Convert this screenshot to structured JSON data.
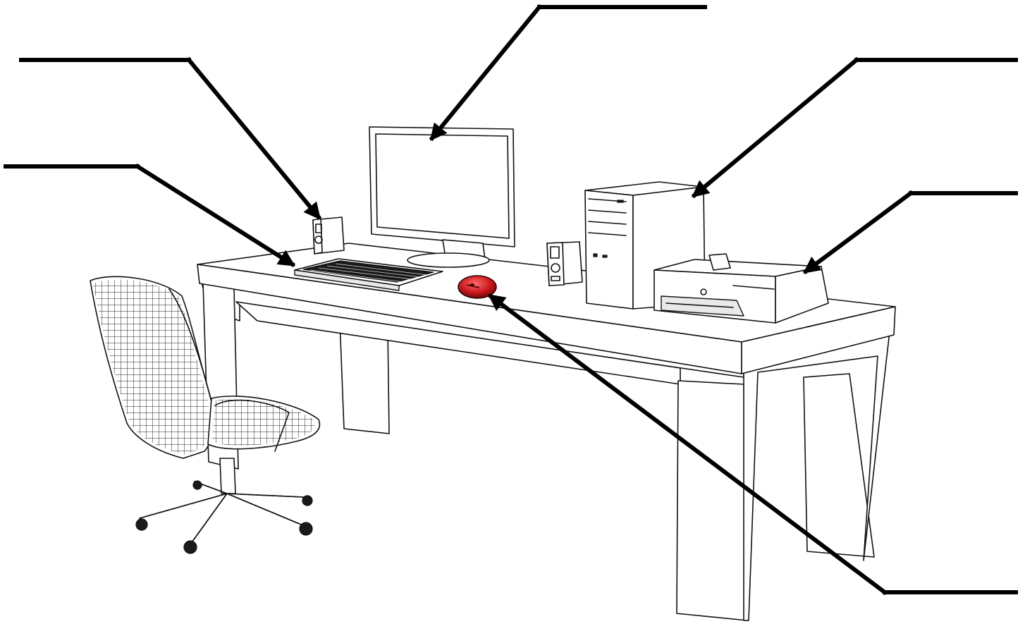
{
  "diagram": {
    "kind": "computer workstation labeling worksheet",
    "labels": [
      {
        "id": "speaker",
        "text": ""
      },
      {
        "id": "keyboard",
        "text": ""
      },
      {
        "id": "monitor",
        "text": ""
      },
      {
        "id": "system-unit",
        "text": ""
      },
      {
        "id": "printer",
        "text": ""
      },
      {
        "id": "mouse",
        "text": ""
      }
    ],
    "colors": {
      "line": "#111111",
      "mouse": "#cc1a1f",
      "background": "#ffffff"
    }
  }
}
